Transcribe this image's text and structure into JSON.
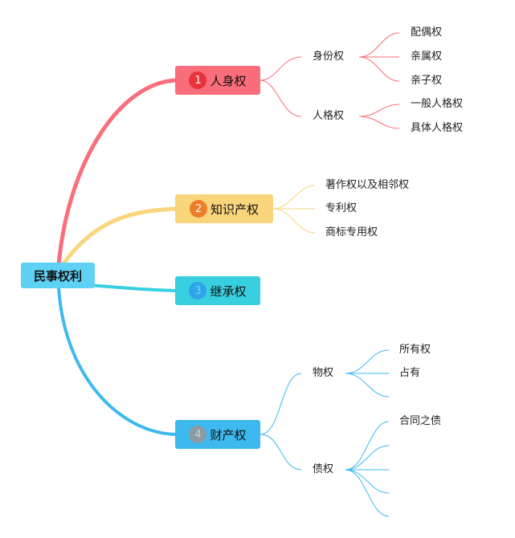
{
  "root": {
    "label": "民事权利",
    "color": "#5fd1f5"
  },
  "branches": [
    {
      "number": "1",
      "label": "人身权",
      "color": "#f96e7a",
      "badge": "#e9323a",
      "children": [
        {
          "label": "身份权",
          "children": [
            "配偶权",
            "亲属权",
            "亲子权"
          ]
        },
        {
          "label": "人格权",
          "children": [
            "一般人格权",
            "具体人格权"
          ]
        }
      ]
    },
    {
      "number": "2",
      "label": "知识产权",
      "color": "#f9d57c",
      "badge": "#ee7d28",
      "children": [
        "著作权以及相邻权",
        "专利权",
        "商标专用权"
      ]
    },
    {
      "number": "3",
      "label": "继承权",
      "color": "#38d0e0",
      "badge": "#2fa4e8",
      "children": []
    },
    {
      "number": "4",
      "label": "财产权",
      "color": "#3db9ef",
      "badge": "#8a9aa3",
      "children": [
        {
          "label": "物权",
          "children": [
            "所有权",
            "占有",
            ""
          ]
        },
        {
          "label": "债权",
          "children": [
            "合同之债",
            "",
            "",
            "",
            ""
          ]
        }
      ]
    }
  ]
}
